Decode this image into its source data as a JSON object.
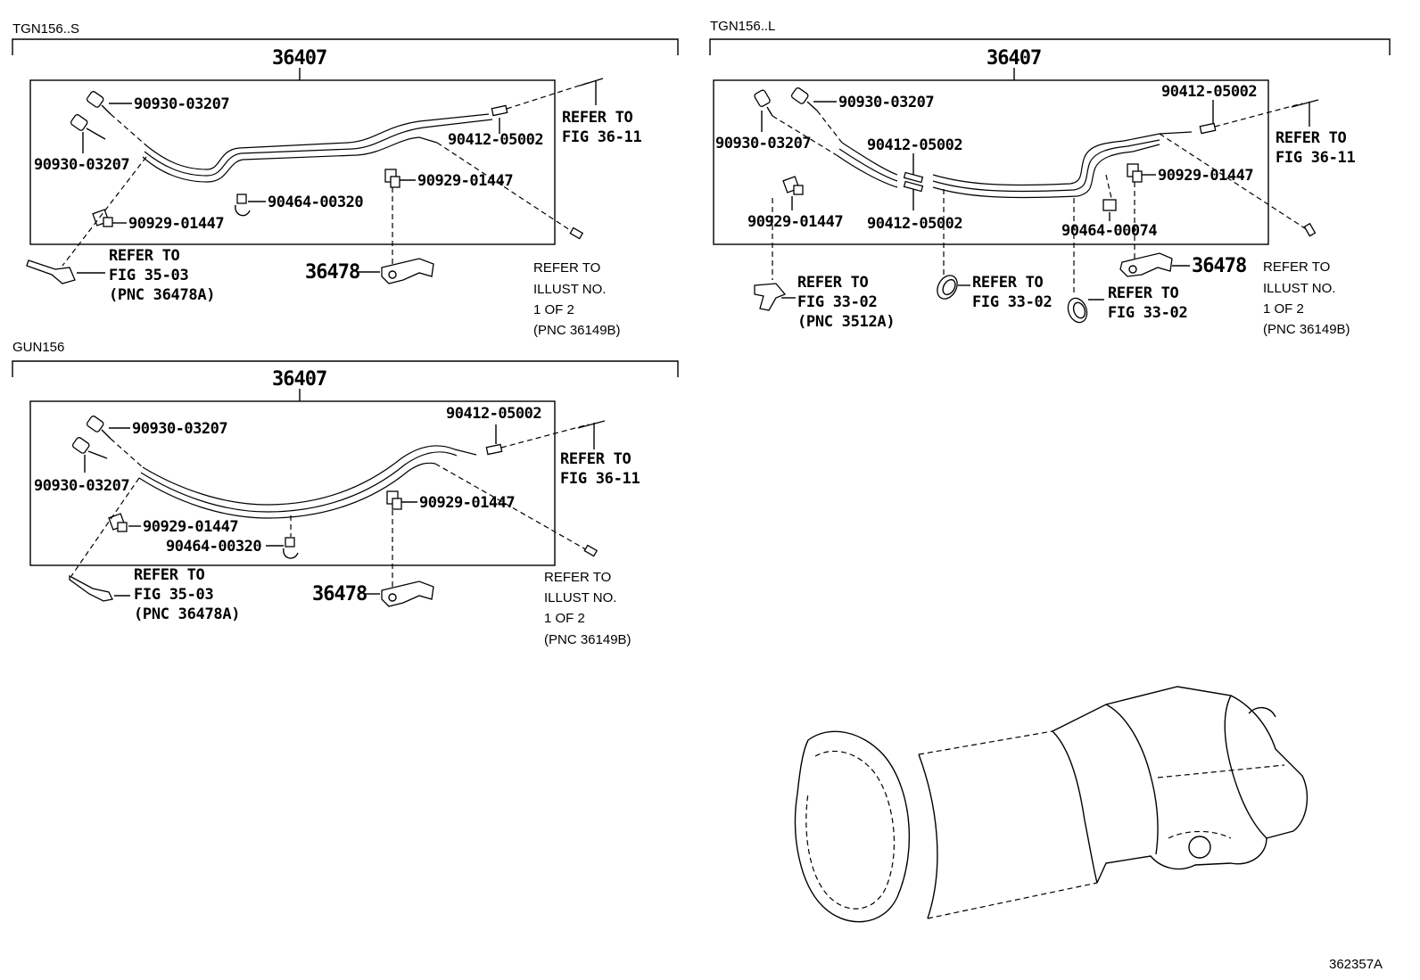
{
  "sections": {
    "s1": {
      "header": "TGN156..S",
      "main_part": "36407"
    },
    "s2": {
      "header": "GUN156",
      "main_part": "36407"
    },
    "s3": {
      "header": "TGN156..L",
      "main_part": "36407"
    }
  },
  "parts": {
    "p_90930": "90930-03207",
    "p_90412": "90412-05002",
    "p_90929": "90929-01447",
    "p_90464_320": "90464-00320",
    "p_90464_074": "90464-00074",
    "p_36478": "36478"
  },
  "refs": {
    "refer_to": "REFER TO",
    "fig_36_11": "FIG 36-11",
    "fig_35_03": "FIG 35-03",
    "pnc_36478a": "(PNC 36478A)",
    "fig_33_02": "FIG 33-02",
    "pnc_3512a": "(PNC 3512A)"
  },
  "illust": {
    "refer_to": "REFER TO",
    "illust_no": "ILLUST NO.",
    "one_of_two": "1 OF 2",
    "pnc_36149b": "(PNC 36149B)"
  },
  "figure_id": "362357A"
}
